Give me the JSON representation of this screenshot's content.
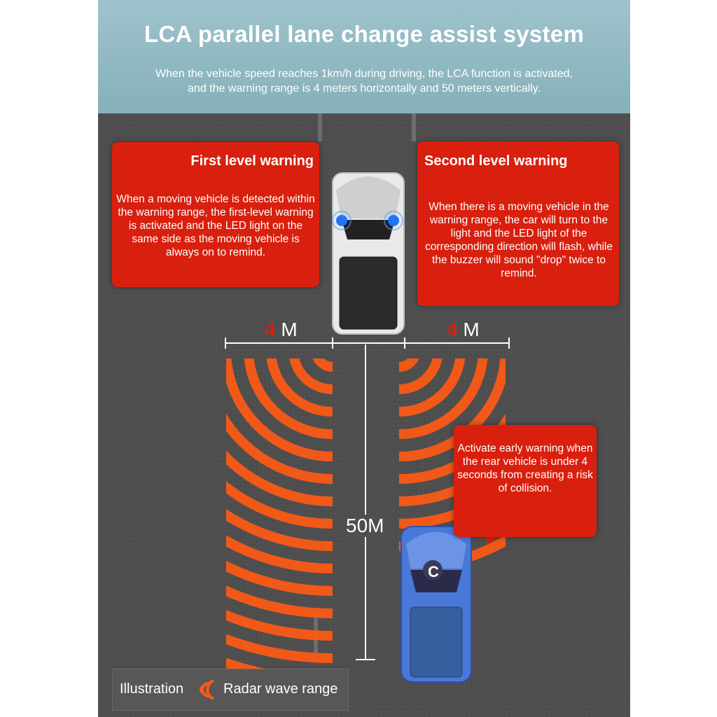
{
  "header": {
    "title": "LCA parallel lane change assist system",
    "subtitle_line1": "When the vehicle speed reaches 1km/h during driving, the LCA function is activated,",
    "subtitle_line2": "and the warning range is 4 meters horizontally and 50 meters vertically."
  },
  "first_warning": {
    "title": "First level warning",
    "body": "When a moving vehicle is detected within the warning range, the first-level warning is activated and the LED light on the same side as the moving vehicle is always on to remind."
  },
  "second_warning": {
    "title": "Second level warning",
    "body": "When there is a moving vehicle in the warning range, the car will turn to the light and the LED light of the corresponding direction will flash, while the buzzer will sound \"drop\" twice to remind."
  },
  "early_warning": {
    "body": "Activate early warning when the rear vehicle is under 4 seconds from creating a risk of collision."
  },
  "dimensions": {
    "left_num": "4",
    "left_unit": "M",
    "right_num": "4",
    "right_unit": "M",
    "vertical": "50M"
  },
  "rear_car_badge": "C",
  "legend": {
    "label": "Illustration",
    "item": "Radar wave range",
    "icon": "radar-wave-icon"
  },
  "colors": {
    "warning_red": "#d91f0d",
    "radar_orange": "#ff5a14",
    "road_gray": "#4f4f4f",
    "header_teal": "#94bcc6",
    "rear_car_blue": "#4a78d8"
  }
}
